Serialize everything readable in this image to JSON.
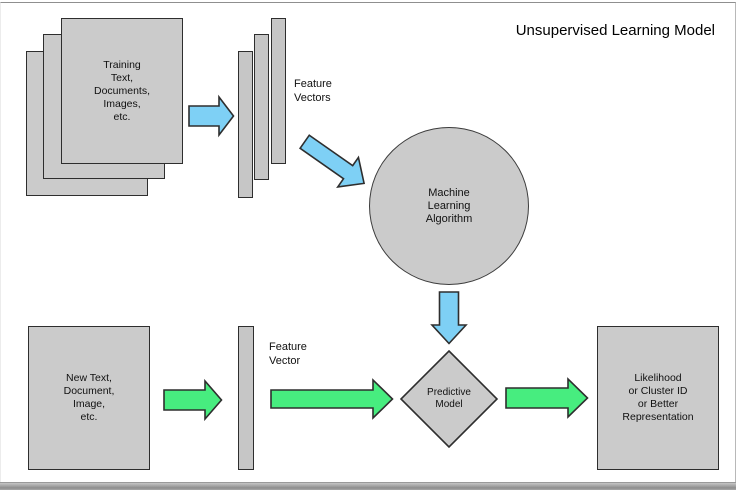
{
  "title": "Unsupervised Learning Model",
  "colors": {
    "arrow_blue": "#7ED0F5",
    "arrow_green": "#47ED7F",
    "shape_fill": "#CBCBCB",
    "shape_stroke": "#2E2E2E",
    "background": "#FFFFFF"
  },
  "diagram": {
    "training_stack": {
      "lines": [
        "Training",
        "Text,",
        "Documents,",
        "Images,",
        "etc."
      ]
    },
    "feature_vectors_label": {
      "lines": [
        "Feature",
        "Vectors"
      ]
    },
    "ml_algorithm": {
      "lines": [
        "Machine",
        "Learning",
        "Algorithm"
      ]
    },
    "new_input": {
      "lines": [
        "New Text,",
        "Document,",
        "Image,",
        "etc."
      ]
    },
    "feature_vector_label": {
      "lines": [
        "Feature",
        "Vector"
      ]
    },
    "predictive_model": {
      "lines": [
        "Predictive",
        "Model"
      ]
    },
    "output": {
      "lines": [
        "Likelihood",
        "or Cluster ID",
        "or Better",
        "Representation"
      ]
    }
  }
}
